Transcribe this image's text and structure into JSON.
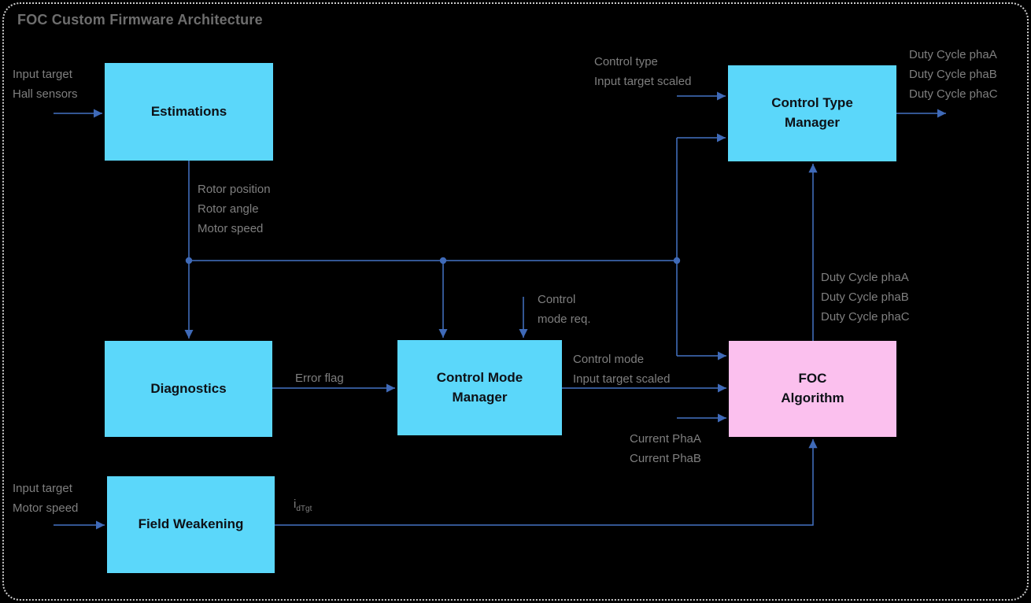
{
  "title": "FOC Custom Firmware Architecture",
  "colors": {
    "background": "#000000",
    "box_fill_cyan": "#5bd7fa",
    "box_fill_pink": "#fbc0ee",
    "connector_blue": "#4472c4",
    "arrowhead_blue": "#3f6ab8",
    "label_gray": "#7f7f7f",
    "title_gray": "#6e6e6e",
    "box_text": "#0d1117",
    "frame_dotted": "#cccccc"
  },
  "blocks": {
    "estimations": {
      "lines": [
        "Estimations"
      ]
    },
    "control_type_manager": {
      "lines": [
        "Control Type",
        "Manager"
      ]
    },
    "diagnostics": {
      "lines": [
        "Diagnostics"
      ]
    },
    "control_mode_manager": {
      "lines": [
        "Control Mode",
        "Manager"
      ]
    },
    "foc_algorithm": {
      "lines": [
        "FOC",
        "Algorithm"
      ]
    },
    "field_weakening": {
      "lines": [
        "Field Weakening"
      ]
    }
  },
  "edge_labels": {
    "est_in_1": "Input target",
    "est_in_2": "Hall sensors",
    "rotor_1": "Rotor position",
    "rotor_2": "Rotor angle",
    "rotor_3": "Motor speed",
    "ct_in_1": "Control type",
    "ct_in_2": "Input target scaled",
    "duty_top_1": "Duty Cycle phaA",
    "duty_top_2": "Duty Cycle phaB",
    "duty_top_3": "Duty Cycle phaC",
    "ctrl_req_1": "Control",
    "ctrl_req_2": "mode req.",
    "duty_mid_1": "Duty Cycle phaA",
    "duty_mid_2": "Duty Cycle phaB",
    "duty_mid_3": "Duty Cycle phaC",
    "error_flag": "Error flag",
    "cm_out_1": "Control mode",
    "cm_out_2": "Input target scaled",
    "cur_1": "Current PhaA",
    "cur_2": "Current PhaB",
    "fw_in_1": "Input target",
    "fw_in_2": "Motor speed",
    "fw_out_base": "i",
    "fw_out_sub": "dTgt"
  }
}
